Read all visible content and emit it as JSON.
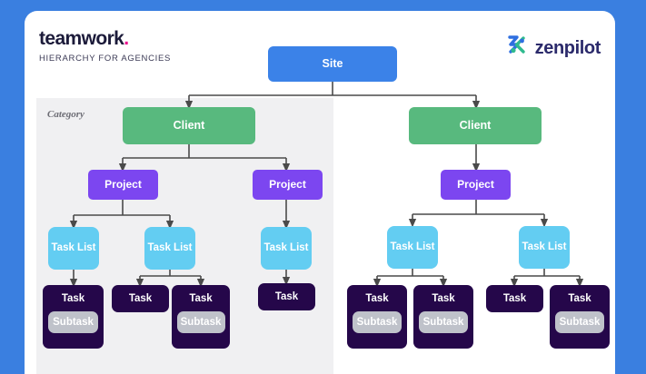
{
  "theme": {
    "page_bg": "#3a7fe0",
    "card_bg": "#ffffff",
    "category_panel_bg": "#f0f0f2",
    "wire_color": "#4a4a4a",
    "site_color": "#3b82e8",
    "client_color": "#58b97e",
    "project_color": "#7c46f0",
    "tasklist_color": "#63cdf2",
    "task_color": "#25074a",
    "subtask_color": "#bfc2ca",
    "brand_dot_color": "#ec008c",
    "brand_text_color": "#1c1b3a",
    "zenpilot_text_color": "#2b2a6b"
  },
  "header": {
    "brand_name": "teamwork",
    "brand_dot": ".",
    "brand_subtitle": "HIERARCHY FOR AGENCIES",
    "partner_name": "zenpilot",
    "partner_logo_icon": "zenpilot-mark-icon"
  },
  "diagram": {
    "category_label": "Category",
    "labels": {
      "site": "Site",
      "client": "Client",
      "project": "Project",
      "task_list": "Task List",
      "task": "Task",
      "subtask": "Subtask"
    },
    "nodes": {
      "site": {
        "label": "Site",
        "level": "site"
      },
      "client_left": {
        "label": "Client",
        "level": "client"
      },
      "client_right": {
        "label": "Client",
        "level": "client"
      },
      "project_l1": {
        "label": "Project",
        "level": "project"
      },
      "project_l2": {
        "label": "Project",
        "level": "project"
      },
      "project_r1": {
        "label": "Project",
        "level": "project"
      },
      "tasklist_l1": {
        "label": "Task List",
        "level": "task_list"
      },
      "tasklist_l2": {
        "label": "Task List",
        "level": "task_list"
      },
      "tasklist_l3": {
        "label": "Task List",
        "level": "task_list"
      },
      "tasklist_r1": {
        "label": "Task List",
        "level": "task_list"
      },
      "tasklist_r2": {
        "label": "Task List",
        "level": "task_list"
      },
      "task_l1": {
        "label": "Task",
        "subtask": "Subtask",
        "has_subtask": true
      },
      "task_l2": {
        "label": "Task",
        "has_subtask": false
      },
      "task_l3": {
        "label": "Task",
        "subtask": "Subtask",
        "has_subtask": true
      },
      "task_l4": {
        "label": "Task",
        "has_subtask": false
      },
      "task_r1": {
        "label": "Task",
        "subtask": "Subtask",
        "has_subtask": true
      },
      "task_r2": {
        "label": "Task",
        "subtask": "Subtask",
        "has_subtask": true
      },
      "task_r3": {
        "label": "Task",
        "has_subtask": false
      },
      "task_r4": {
        "label": "Task",
        "subtask": "Subtask",
        "has_subtask": true
      }
    }
  }
}
